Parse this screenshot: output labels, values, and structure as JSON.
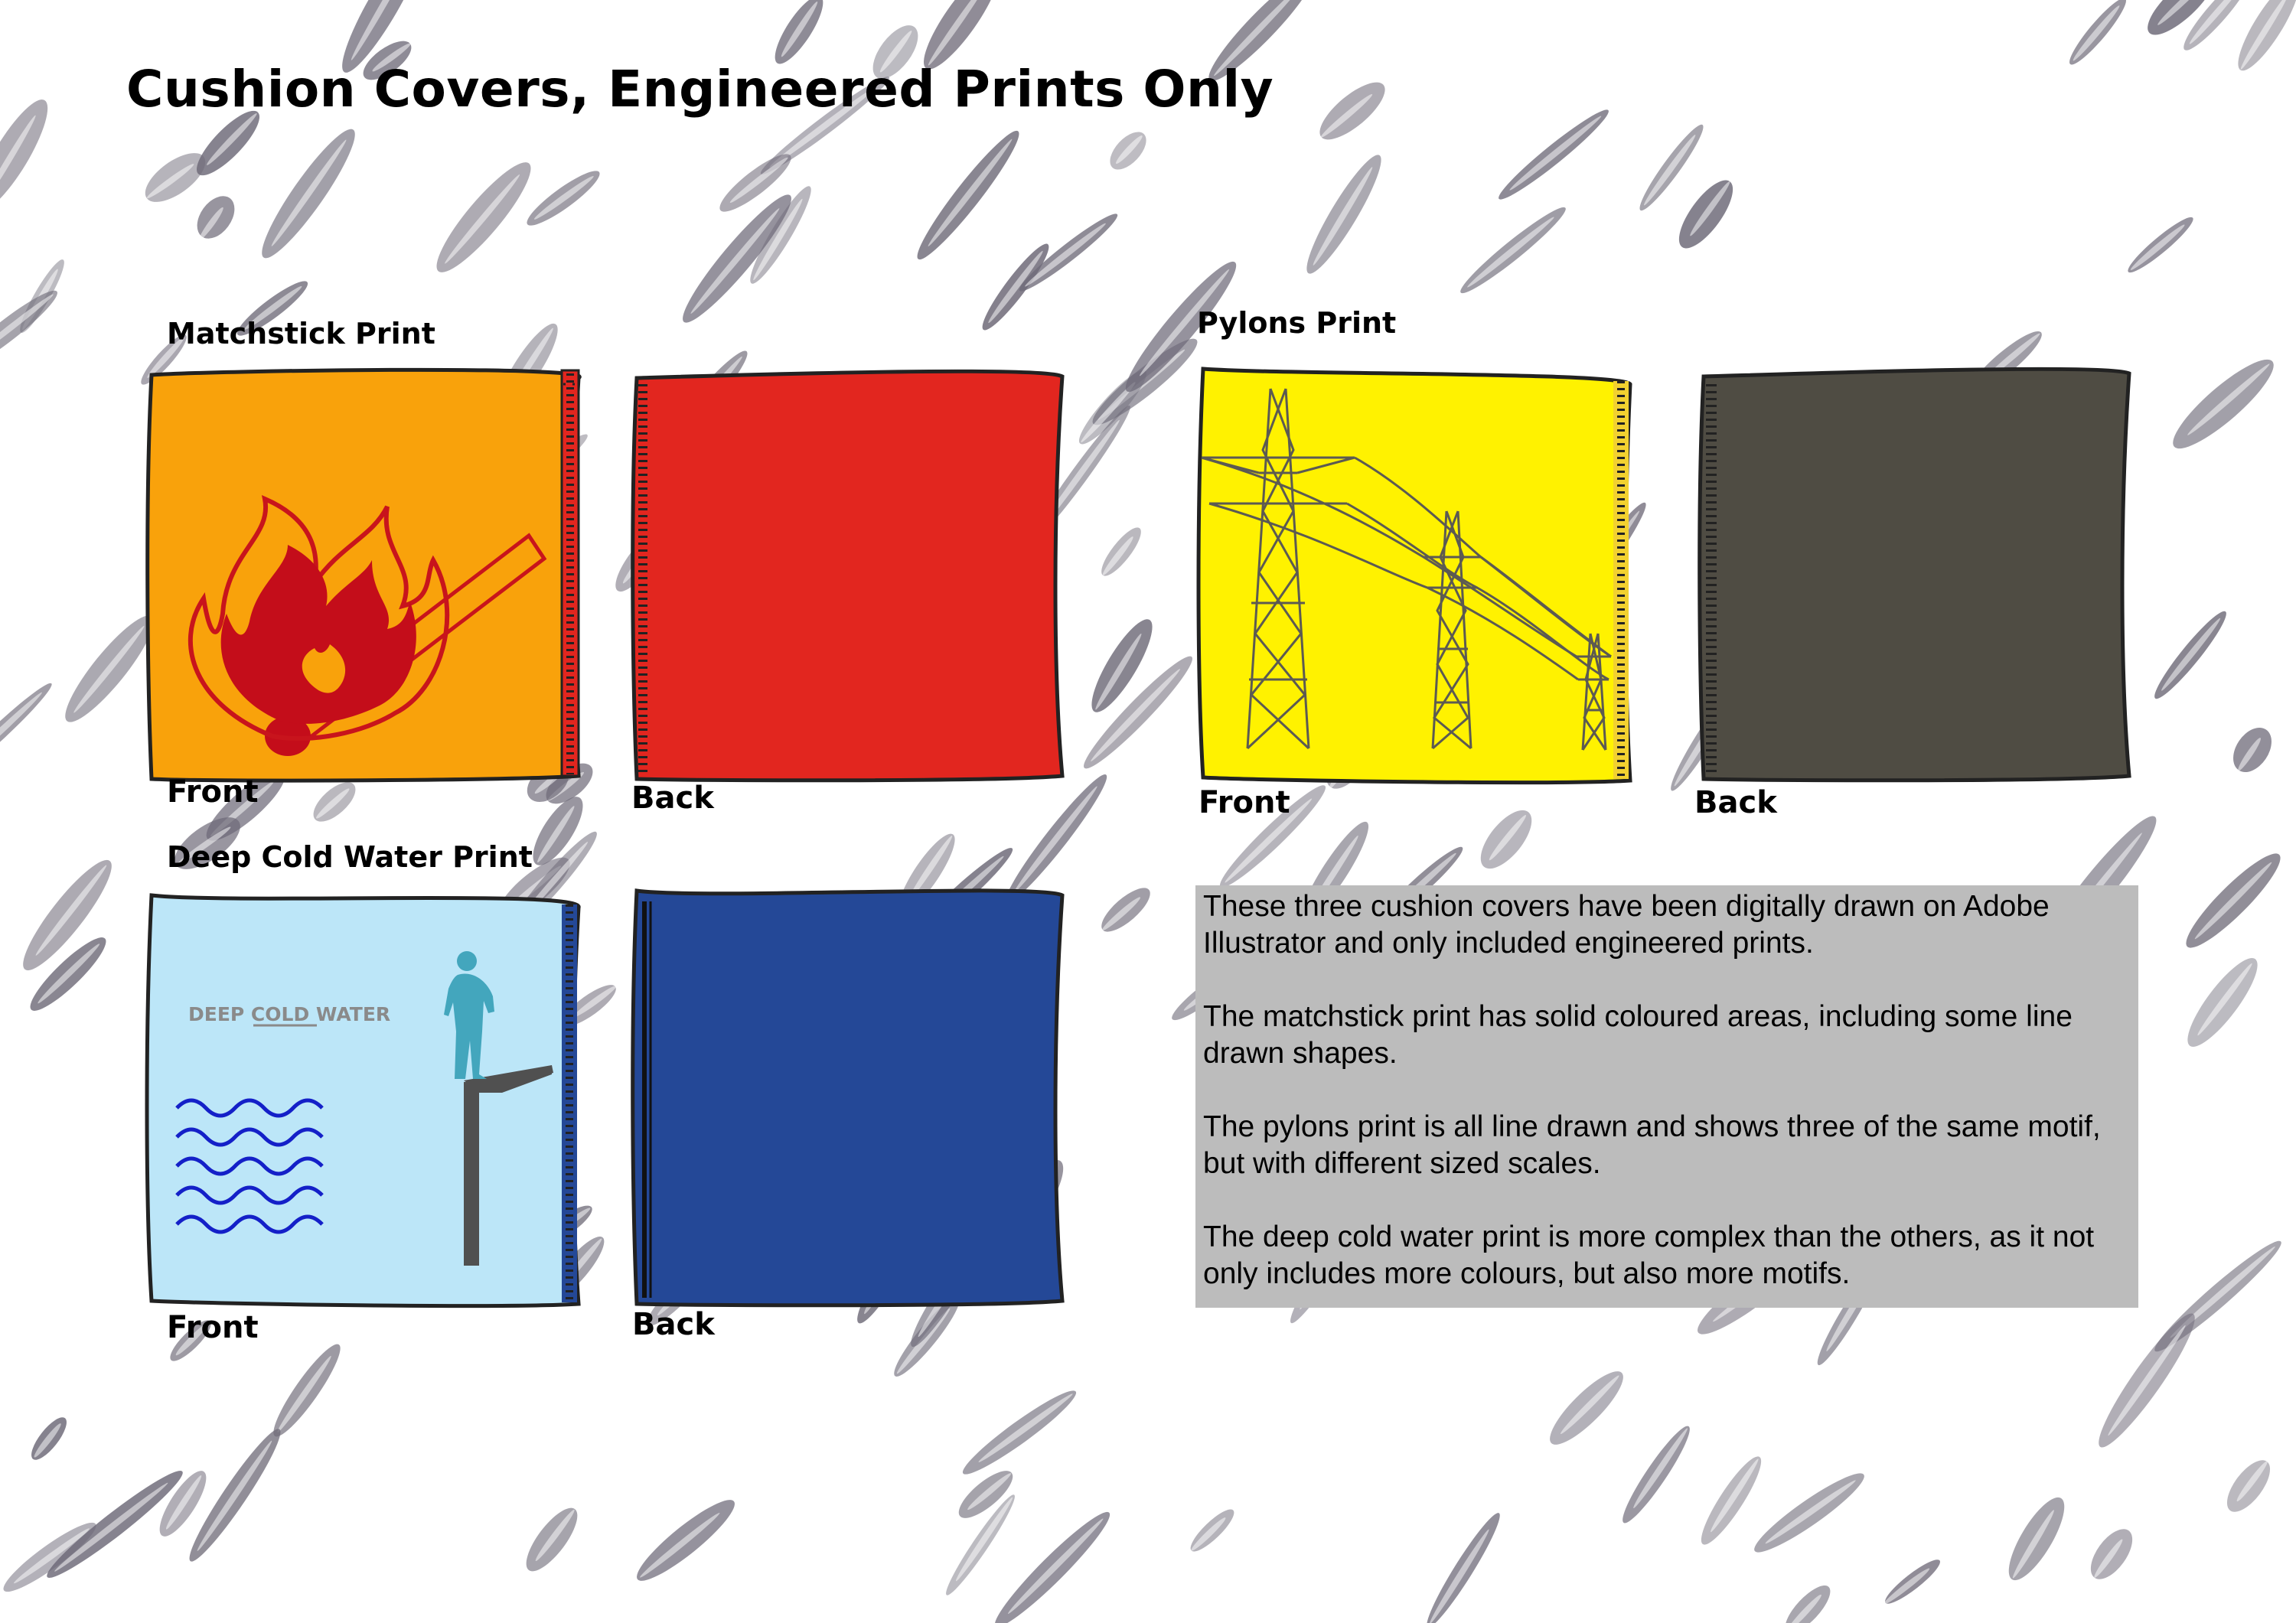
{
  "page": {
    "title": "Cushion Covers, Engineered Prints Only"
  },
  "designs": [
    {
      "name": "Matchstick Print",
      "front_label": "Front",
      "back_label": "Back",
      "front_color": "#f9a20b",
      "back_color": "#e2261f",
      "zip_color": "#e2261f",
      "motif_colors": {
        "flame_outline": "#c8141c",
        "flame_fill": "#c40d1a",
        "flame_core": "#f9a20b"
      }
    },
    {
      "name": "Pylons Print",
      "front_label": "Front",
      "back_label": "Back",
      "front_color": "#fff200",
      "back_color": "#4f4c43",
      "zip_color": "#f2d130",
      "motif_colors": {
        "lines": "#5c5a52"
      }
    },
    {
      "name": "Deep Cold Water Print",
      "front_label": "Front",
      "back_label": "Back",
      "front_color": "#bce6f8",
      "back_color": "#244897",
      "zip_color": "#244897",
      "motif_text": "DEEP COLD WATER",
      "motif_colors": {
        "waves": "#1420c8",
        "figure": "#43a6bd",
        "board": "#505050",
        "text": "#8a8a8a"
      }
    }
  ],
  "notes": {
    "paragraphs": [
      "These three cushion covers have been digitally drawn on Adobe Illustrator and only included engineered prints.",
      "The matchstick print has solid coloured areas, including some line drawn shapes.",
      "The pylons print is all line drawn and shows three of the same motif, but with different sized scales.",
      "The deep cold water print is more complex than the others, as it not only includes more colours, but also more motifs."
    ],
    "background": "#bcbcbc"
  },
  "background_texture": {
    "color": "#6e6a78",
    "icon": "crayon-scribble"
  }
}
